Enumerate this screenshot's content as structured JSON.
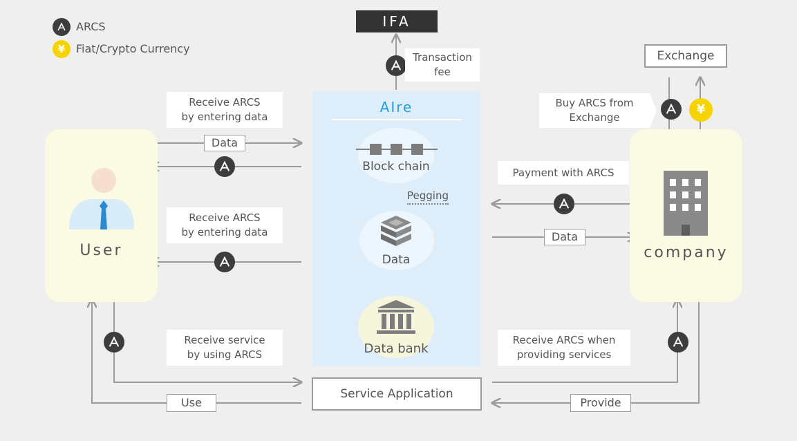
{
  "legend": {
    "arcs": "ARCS",
    "fiat": "Fiat/Crypto Currency"
  },
  "top": {
    "ifa": "IFA",
    "fee": "Transaction\nfee",
    "exchange": "Exchange",
    "buy": "Buy ARCS from\nExchange"
  },
  "platform": {
    "title": "AIre",
    "blockchain": "Block chain",
    "pegging": "Pegging",
    "data": "Data",
    "databank": "Data bank"
  },
  "user": {
    "label": "User"
  },
  "company": {
    "label": "company"
  },
  "left_labels": {
    "receive1": "Receive ARCS\nby entering data",
    "receive2": "Receive ARCS\nby entering data",
    "service": "Receive  service\nby using ARCS"
  },
  "right_labels": {
    "payment": "Payment with ARCS",
    "providing": "Receive ARCS when\nproviding services"
  },
  "tags": {
    "data_left": "Data",
    "data_right": "Data",
    "use": "Use",
    "provide": "Provide"
  },
  "service_app": {
    "label": "Service Application"
  },
  "yen_symbol": "¥",
  "colors": {
    "arcs_coin": "#3d3d3d",
    "fiat_coin": "#f7d300",
    "panel": "#fbfae3",
    "platform": "#ddeefa",
    "title": "#1ea0d8",
    "ifa_bg": "#333333"
  }
}
